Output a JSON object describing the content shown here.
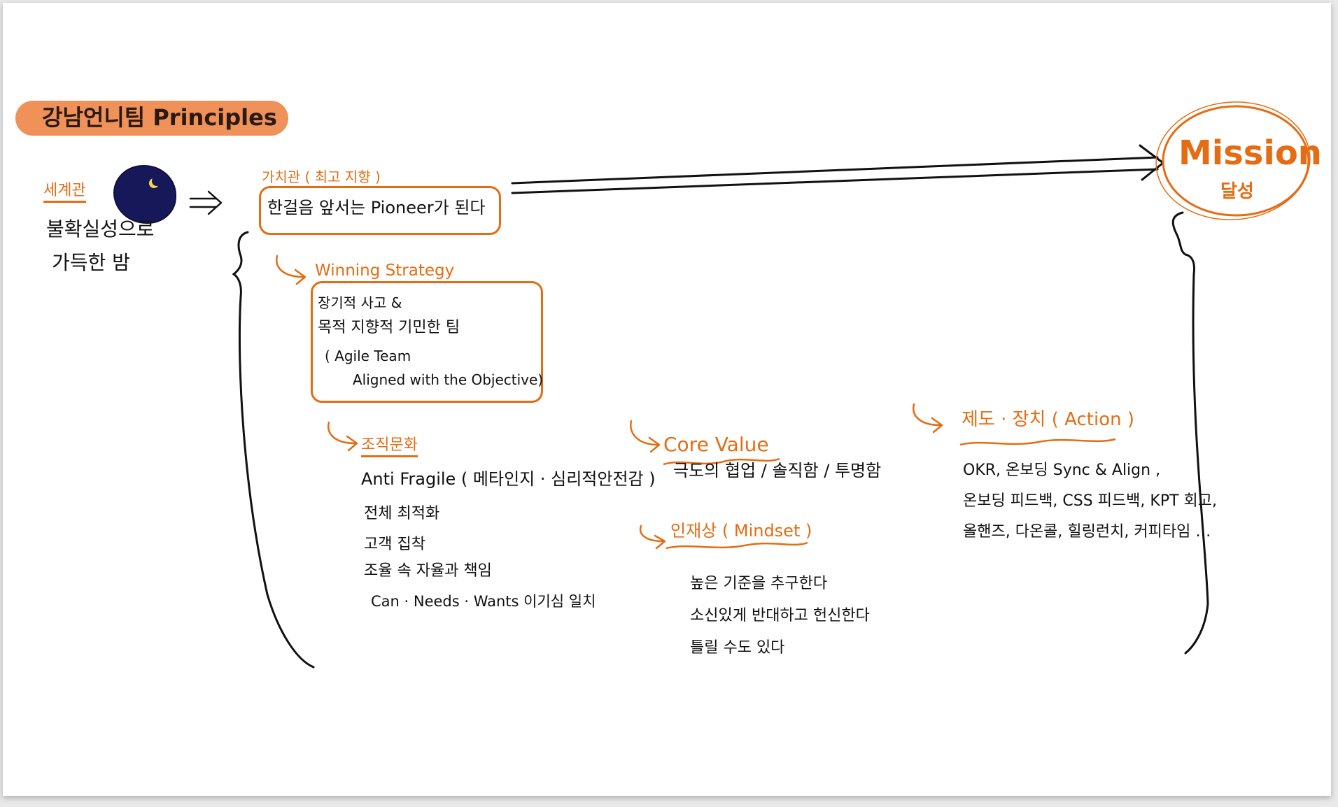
{
  "title": "강남언니팀 Principles",
  "worldview": {
    "label": "세계관",
    "lines": [
      "불확실성으로",
      "가득한 밤"
    ]
  },
  "values": {
    "label": "가치관 ( 최고 지향 )",
    "statement": "한걸음 앞서는 Pioneer가 된다"
  },
  "mission": {
    "title": "Mission",
    "subtitle": "달성"
  },
  "winning_strategy": {
    "label": "Winning Strategy",
    "lines": [
      "장기적 사고 &",
      "목적 지향적 기민한 팀",
      "( Agile Team",
      "Aligned with the Objective)"
    ]
  },
  "org_culture": {
    "label": "조직문화",
    "items": [
      "Anti Fragile ( 메타인지 · 심리적안전감 )",
      "전체 최적화",
      "고객 집착",
      "조율 속 자율과 책임",
      "Can · Needs · Wants 이기심 일치"
    ]
  },
  "core_value": {
    "label": "Core Value",
    "text": "극도의 협업 / 솔직함 / 투명함"
  },
  "mindset": {
    "label": "인재상 ( Mindset )",
    "items": [
      "높은 기준을 추구한다",
      "소신있게 반대하고 헌신한다",
      "틀릴 수도 있다"
    ]
  },
  "action": {
    "label": "제도 · 장치 ( Action )",
    "lines": [
      "OKR, 온보딩 Sync & Align ,",
      "온보딩 피드백, CSS 피드백, KPT 회고,",
      "올핸즈, 다온콜, 힐링런치, 커피타임 …"
    ]
  },
  "colors": {
    "accent": "#e46d14",
    "pill": "#f0915a",
    "night": "#17185a",
    "moon": "#f4d64a"
  }
}
